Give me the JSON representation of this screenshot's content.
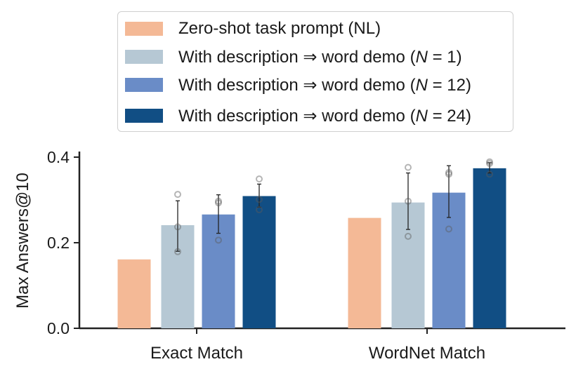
{
  "chart_data": {
    "type": "bar",
    "ylabel": "Max Answers@10",
    "ylim": [
      0,
      0.4
    ],
    "yticks": [
      "0.0",
      "0.2",
      "0.4"
    ],
    "categories": [
      "Exact Match",
      "WordNet Match"
    ],
    "legend_position": "top",
    "series": [
      {
        "name": "Zero-shot task prompt (NL)",
        "color": "#f4b996",
        "values": [
          0.161,
          0.258
        ],
        "err_low": [
          null,
          null
        ],
        "err_high": [
          null,
          null
        ],
        "points": [
          [],
          []
        ]
      },
      {
        "name": "With description ⇒ word demo (N = 1)",
        "legend_prefix": "With description ⇒ word demo (",
        "legend_var": "N",
        "legend_suffix": " = 1)",
        "color": "#b6c8d4",
        "values": [
          0.241,
          0.294
        ],
        "err_low": [
          0.18,
          0.231
        ],
        "err_high": [
          0.298,
          0.363
        ],
        "points": [
          [
            0.313,
            0.237,
            0.179
          ],
          [
            0.376,
            0.297,
            0.215
          ]
        ]
      },
      {
        "name": "With description ⇒ word demo (N = 12)",
        "legend_prefix": "With description ⇒ word demo (",
        "legend_var": "N",
        "legend_suffix": " = 12)",
        "color": "#6a8cc7",
        "values": [
          0.266,
          0.317
        ],
        "err_low": [
          0.222,
          0.259
        ],
        "err_high": [
          0.312,
          0.38
        ],
        "points": [
          [
            0.297,
            0.293,
            0.206
          ],
          [
            0.364,
            0.36,
            0.232
          ]
        ]
      },
      {
        "name": "With description ⇒ word demo (N = 24)",
        "legend_prefix": "With description ⇒ word demo (",
        "legend_var": "N",
        "legend_suffix": " = 24)",
        "color": "#114e84",
        "values": [
          0.309,
          0.374
        ],
        "err_low": [
          0.283,
          0.363
        ],
        "err_high": [
          0.337,
          0.387
        ],
        "points": [
          [
            0.349,
            0.301,
            0.277
          ],
          [
            0.389,
            0.385,
            0.36
          ]
        ]
      }
    ]
  }
}
